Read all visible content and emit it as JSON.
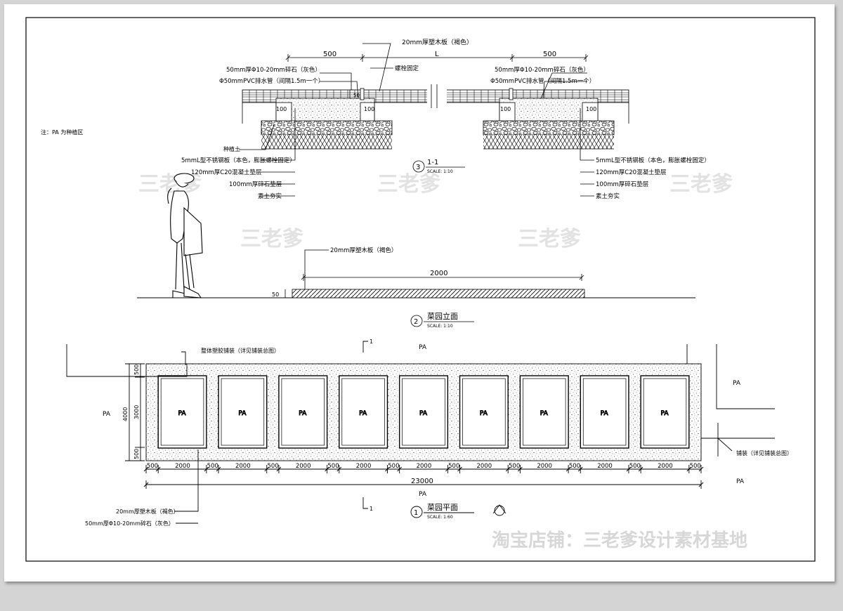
{
  "section_1_1": {
    "dims": {
      "left": "500",
      "mid": "L",
      "right": "500"
    },
    "top_label": "20mm厚塑木板（褐色）",
    "left_labels": [
      "50mm厚Φ10-20mm碎石（灰色）",
      "Φ50mmPVC排水管（间隔1.5m一个）"
    ],
    "bolt_label": "螺栓固定",
    "right_labels": [
      "50mm厚Φ10-20mm碎石（灰色）",
      "Φ50mmPVC排水管（间隔1.5m一个）"
    ],
    "small_dims": {
      "a": "100",
      "b": "100",
      "c": "100",
      "d": "100",
      "h": "50"
    },
    "planting_soil": "种植土",
    "bottom_left_labels": [
      "5mmL型不锈钢板（本色，膨胀螺栓固定）",
      "120mm厚C20混凝土垫层",
      "100mm厚碎石垫层",
      "素土夯实"
    ],
    "bottom_right_labels": [
      "5mmL型不锈钢板（本色，膨胀螺栓固定）",
      "120mm厚C20混凝土垫层",
      "100mm厚碎石垫层",
      "素土夯实"
    ],
    "title_num": "3",
    "title": "1-1",
    "scale": "SCALE: 1:10"
  },
  "note": "注：PA 为种植区",
  "elevation": {
    "label": "20mm厚塑木板（褐色）",
    "dim": "2000",
    "height": "50",
    "title_num": "2",
    "title": "菜园立面",
    "scale": "SCALE: 1:10"
  },
  "plan": {
    "top_note": "整体塑胶铺装（详见铺装总图）",
    "right_note": "铺装（详见铺装总图）",
    "section_mark": "1",
    "pa": "PA",
    "beds": [
      "PA",
      "PA",
      "PA",
      "PA",
      "PA",
      "PA",
      "PA",
      "PA",
      "PA"
    ],
    "vertical_dims": {
      "total": "4000",
      "top": "500",
      "mid": "3000",
      "bottom": "500"
    },
    "horizontal_dims": [
      "500",
      "2000",
      "500",
      "2000",
      "500",
      "2000",
      "500",
      "2000",
      "500",
      "2000",
      "500",
      "2000",
      "500",
      "2000",
      "500",
      "2000",
      "500",
      "2000",
      "500"
    ],
    "total_dim": "23000",
    "bottom_labels": [
      "20mm厚塑木板（褐色）",
      "50mm厚Φ10-20mm碎石（灰色）"
    ],
    "title_num": "1",
    "title": "菜园平面",
    "scale": "SCALE: 1:60"
  },
  "watermark": "三老爹",
  "footer_watermark": "淘宝店铺：三老爹设计素材基地"
}
